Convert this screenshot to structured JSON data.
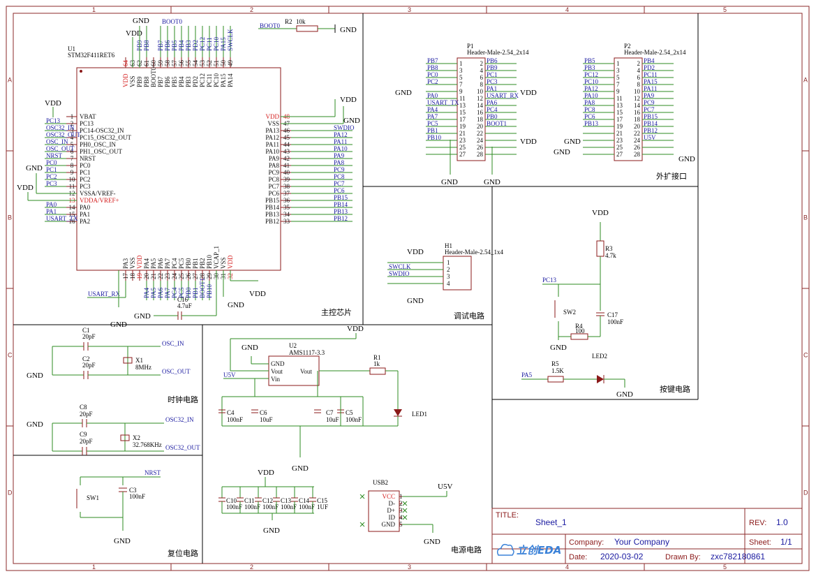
{
  "ruler": {
    "cols": [
      "1",
      "2",
      "3",
      "4",
      "5"
    ],
    "rows": [
      "A",
      "B",
      "C",
      "D"
    ]
  },
  "sections": {
    "main": "主控芯片",
    "expand": "外扩接口",
    "debug": "调试电路",
    "clock": "时钟电路",
    "key": "按键电路",
    "reset": "复位电路",
    "power": "电源电路"
  },
  "u1": {
    "ref": "U1",
    "part": "STM32F411RET6",
    "left_pins": [
      {
        "num": "1",
        "name": "VBAT",
        "net": ""
      },
      {
        "num": "2",
        "name": "PC13",
        "net": "PC13"
      },
      {
        "num": "3",
        "name": "PC14-OSC32_IN",
        "net": "OSC32_IN"
      },
      {
        "num": "4",
        "name": "PC15_OSC32_OUT",
        "net": "OSC32_OUT"
      },
      {
        "num": "5",
        "name": "PH0_OSC_IN",
        "net": "OSC_IN"
      },
      {
        "num": "6",
        "name": "PH1_OSC_OUT",
        "net": "OSC_OUT"
      },
      {
        "num": "7",
        "name": "NRST",
        "net": "NRST"
      },
      {
        "num": "8",
        "name": "PC0",
        "net": "PC0"
      },
      {
        "num": "9",
        "name": "PC1",
        "net": "PC1"
      },
      {
        "num": "10",
        "name": "PC2",
        "net": "PC2"
      },
      {
        "num": "11",
        "name": "PC3",
        "net": "PC3"
      },
      {
        "num": "12",
        "name": "VSSA/VREF-",
        "net": ""
      },
      {
        "num": "13",
        "name": "VDDA/VREF+",
        "net": ""
      },
      {
        "num": "14",
        "name": "PA0",
        "net": "PA0"
      },
      {
        "num": "15",
        "name": "PA1",
        "net": "PA1"
      },
      {
        "num": "16",
        "name": "PA2",
        "net": "USART_TX"
      }
    ],
    "right_pins": [
      {
        "num": "48",
        "name": "VDD",
        "net": ""
      },
      {
        "num": "47",
        "name": "VSS",
        "net": ""
      },
      {
        "num": "46",
        "name": "PA13",
        "net": "SWDIO"
      },
      {
        "num": "45",
        "name": "PA12",
        "net": "PA12"
      },
      {
        "num": "44",
        "name": "PA11",
        "net": "PA11"
      },
      {
        "num": "43",
        "name": "PA10",
        "net": "PA10"
      },
      {
        "num": "42",
        "name": "PA9",
        "net": "PA9"
      },
      {
        "num": "41",
        "name": "PA8",
        "net": "PA8"
      },
      {
        "num": "40",
        "name": "PC9",
        "net": "PC9"
      },
      {
        "num": "39",
        "name": "PC8",
        "net": "PC8"
      },
      {
        "num": "38",
        "name": "PC7",
        "net": "PC7"
      },
      {
        "num": "37",
        "name": "PC6",
        "net": "PC6"
      },
      {
        "num": "36",
        "name": "PB15",
        "net": "PB15"
      },
      {
        "num": "35",
        "name": "PB14",
        "net": "PB14"
      },
      {
        "num": "34",
        "name": "PB13",
        "net": "PB13"
      },
      {
        "num": "33",
        "name": "PB12",
        "net": "PB12"
      }
    ],
    "top_pins": [
      {
        "num": "64",
        "name": "VDD",
        "net": ""
      },
      {
        "num": "63",
        "name": "VSS",
        "net": ""
      },
      {
        "num": "62",
        "name": "PB9",
        "net": "PB9"
      },
      {
        "num": "61",
        "name": "PB8",
        "net": "PB8"
      },
      {
        "num": "60",
        "name": "BOOT0",
        "net": ""
      },
      {
        "num": "59",
        "name": "PB7",
        "net": "PB7"
      },
      {
        "num": "58",
        "name": "PB6",
        "net": "PB6"
      },
      {
        "num": "57",
        "name": "PB5",
        "net": "PB5"
      },
      {
        "num": "56",
        "name": "PB4",
        "net": "PB4"
      },
      {
        "num": "55",
        "name": "PB3",
        "net": "PB3"
      },
      {
        "num": "54",
        "name": "PD2",
        "net": "PD2"
      },
      {
        "num": "53",
        "name": "PC12",
        "net": "PC12"
      },
      {
        "num": "52",
        "name": "PC11",
        "net": "PC11"
      },
      {
        "num": "51",
        "name": "PC10",
        "net": "PC10"
      },
      {
        "num": "50",
        "name": "PA15",
        "net": "PA15"
      },
      {
        "num": "49",
        "name": "PA14",
        "net": "SWCLK"
      }
    ],
    "bottom_pins": [
      {
        "num": "17",
        "name": "PA3",
        "net": "USART_RX"
      },
      {
        "num": "18",
        "name": "VSS",
        "net": ""
      },
      {
        "num": "19",
        "name": "VDD",
        "net": ""
      },
      {
        "num": "20",
        "name": "PA4",
        "net": "PA4"
      },
      {
        "num": "21",
        "name": "PA5",
        "net": "PA5"
      },
      {
        "num": "22",
        "name": "PA6",
        "net": "PA6"
      },
      {
        "num": "23",
        "name": "PA7",
        "net": "PA7"
      },
      {
        "num": "24",
        "name": "PC4",
        "net": "PC4"
      },
      {
        "num": "25",
        "name": "PC5",
        "net": "PC5"
      },
      {
        "num": "26",
        "name": "PB0",
        "net": "PB0"
      },
      {
        "num": "27",
        "name": "PB1",
        "net": "PB1"
      },
      {
        "num": "28",
        "name": "PB2",
        "net": "BOOT1"
      },
      {
        "num": "29",
        "name": "PB10",
        "net": "PB10"
      },
      {
        "num": "30",
        "name": "VCAP_1",
        "net": ""
      },
      {
        "num": "31",
        "name": "VSS",
        "net": ""
      },
      {
        "num": "32",
        "name": "VDD",
        "net": ""
      }
    ],
    "boot0_net": "BOOT0",
    "c16": {
      "ref": "C16",
      "value": "4.7uF"
    }
  },
  "r2": {
    "ref": "R2",
    "value": "10k",
    "net": "BOOT0"
  },
  "p1": {
    "ref": "P1",
    "part": "Header-Male-2.54_2x14",
    "rows": [
      {
        "ln": "PB7",
        "lp": "1",
        "rp": "2",
        "rn": "PB6"
      },
      {
        "ln": "PB8",
        "lp": "3",
        "rp": "4",
        "rn": "PB9"
      },
      {
        "ln": "PC0",
        "lp": "5",
        "rp": "6",
        "rn": "PC1"
      },
      {
        "ln": "PC2",
        "lp": "7",
        "rp": "8",
        "rn": "PC3"
      },
      {
        "ln": "",
        "lp": "9",
        "rp": "10",
        "rn": "PA1"
      },
      {
        "ln": "PA0",
        "lp": "11",
        "rp": "12",
        "rn": "USART_RX"
      },
      {
        "ln": "USART_TX",
        "lp": "13",
        "rp": "14",
        "rn": "PA6"
      },
      {
        "ln": "PA4",
        "lp": "15",
        "rp": "16",
        "rn": "PC4"
      },
      {
        "ln": "PA7",
        "lp": "17",
        "rp": "18",
        "rn": "PB0"
      },
      {
        "ln": "PC5",
        "lp": "19",
        "rp": "20",
        "rn": "BOOT1"
      },
      {
        "ln": "PB1",
        "lp": "21",
        "rp": "22",
        "rn": ""
      },
      {
        "ln": "PB10",
        "lp": "23",
        "rp": "24",
        "rn": ""
      },
      {
        "ln": "",
        "lp": "25",
        "rp": "26",
        "rn": ""
      },
      {
        "ln": "",
        "lp": "27",
        "rp": "28",
        "rn": ""
      }
    ]
  },
  "p2": {
    "ref": "P2",
    "part": "Header-Male-2.54_2x14",
    "rows": [
      {
        "ln": "PB5",
        "lp": "1",
        "rp": "2",
        "rn": "PB4"
      },
      {
        "ln": "PB3",
        "lp": "3",
        "rp": "4",
        "rn": "PD2"
      },
      {
        "ln": "PC12",
        "lp": "5",
        "rp": "6",
        "rn": "PC11"
      },
      {
        "ln": "PC10",
        "lp": "7",
        "rp": "8",
        "rn": "PA15"
      },
      {
        "ln": "PA12",
        "lp": "9",
        "rp": "10",
        "rn": "PA11"
      },
      {
        "ln": "PA10",
        "lp": "11",
        "rp": "12",
        "rn": "PA9"
      },
      {
        "ln": "PA8",
        "lp": "13",
        "rp": "14",
        "rn": "PC9"
      },
      {
        "ln": "PC8",
        "lp": "15",
        "rp": "16",
        "rn": "PC7"
      },
      {
        "ln": "PC6",
        "lp": "17",
        "rp": "18",
        "rn": "PB15"
      },
      {
        "ln": "PB13",
        "lp": "19",
        "rp": "20",
        "rn": "PB14"
      },
      {
        "ln": "",
        "lp": "21",
        "rp": "22",
        "rn": "PB12"
      },
      {
        "ln": "",
        "lp": "23",
        "rp": "24",
        "rn": "U5V"
      },
      {
        "ln": "",
        "lp": "25",
        "rp": "26",
        "rn": ""
      },
      {
        "ln": "",
        "lp": "27",
        "rp": "28",
        "rn": ""
      }
    ]
  },
  "h1": {
    "ref": "H1",
    "part": "Header-Male-2.54_1x4",
    "pins": [
      {
        "num": "1",
        "net": "VDD"
      },
      {
        "num": "2",
        "net": "SWCLK"
      },
      {
        "num": "3",
        "net": "SWDIO"
      },
      {
        "num": "4",
        "net": "GND"
      }
    ]
  },
  "key": {
    "r3": {
      "ref": "R3",
      "value": "4.7k"
    },
    "sw2": {
      "ref": "SW2"
    },
    "c17": {
      "ref": "C17",
      "value": "100nF"
    },
    "r4": {
      "ref": "R4",
      "value": "100"
    },
    "r5": {
      "ref": "R5",
      "value": "1.5K"
    },
    "led2": {
      "ref": "LED2"
    },
    "pc13": "PC13",
    "pa5": "PA5"
  },
  "clock": {
    "c1": {
      "ref": "C1",
      "value": "20pF"
    },
    "c2": {
      "ref": "C2",
      "value": "20pF"
    },
    "x1": {
      "ref": "X1",
      "value": "8MHz"
    },
    "c8": {
      "ref": "C8",
      "value": "20pF"
    },
    "c9": {
      "ref": "C9",
      "value": "20pF"
    },
    "x2": {
      "ref": "X2",
      "value": "32.768KHz"
    },
    "osc_in": "OSC_IN",
    "osc_out": "OSC_OUT",
    "osc32_in": "OSC32_IN",
    "osc32_out": "OSC32_OUT"
  },
  "reset": {
    "sw1": {
      "ref": "SW1"
    },
    "c3": {
      "ref": "C3",
      "value": "100nF"
    },
    "nrst": "NRST"
  },
  "power": {
    "u2": {
      "ref": "U2",
      "part": "AMS1117-3.3",
      "p1": "GND",
      "p2": "Vout",
      "p3": "Vin",
      "p4": "Vout"
    },
    "r1": {
      "ref": "R1",
      "value": "1k"
    },
    "led1": {
      "ref": "LED1"
    },
    "c4": {
      "ref": "C4",
      "value": "100nF"
    },
    "c6": {
      "ref": "C6",
      "value": "10uF"
    },
    "c7": {
      "ref": "C7",
      "value": "10uF"
    },
    "c5": {
      "ref": "C5",
      "value": "100nF"
    },
    "c10": {
      "ref": "C10",
      "value": "100nF"
    },
    "c11": {
      "ref": "C11",
      "value": "100nF"
    },
    "c12": {
      "ref": "C12",
      "value": "100nF"
    },
    "c13": {
      "ref": "C13",
      "value": "100nF"
    },
    "c14": {
      "ref": "C14",
      "value": "100nF"
    },
    "c15": {
      "ref": "C15",
      "value": "1UF"
    },
    "usb2": {
      "ref": "USB2",
      "pins": [
        "VCC",
        "D-",
        "D+",
        "ID",
        "GND"
      ],
      "nums": [
        "1",
        "2",
        "3",
        "4",
        "5"
      ]
    },
    "u5v": "U5V"
  },
  "power_labels": {
    "vdd": "VDD",
    "gnd": "GND",
    "u5v": "U5V"
  },
  "title_block": {
    "title_label": "TITLE:",
    "title": "Sheet_1",
    "rev_label": "REV:",
    "rev": "1.0",
    "company_label": "Company:",
    "company": "Your Company",
    "sheet_label": "Sheet:",
    "sheet": "1/1",
    "date_label": "Date:",
    "date": "2020-03-02",
    "drawn_label": "Drawn By:",
    "drawn": "zxc782180861",
    "logo": "立创EDA"
  }
}
